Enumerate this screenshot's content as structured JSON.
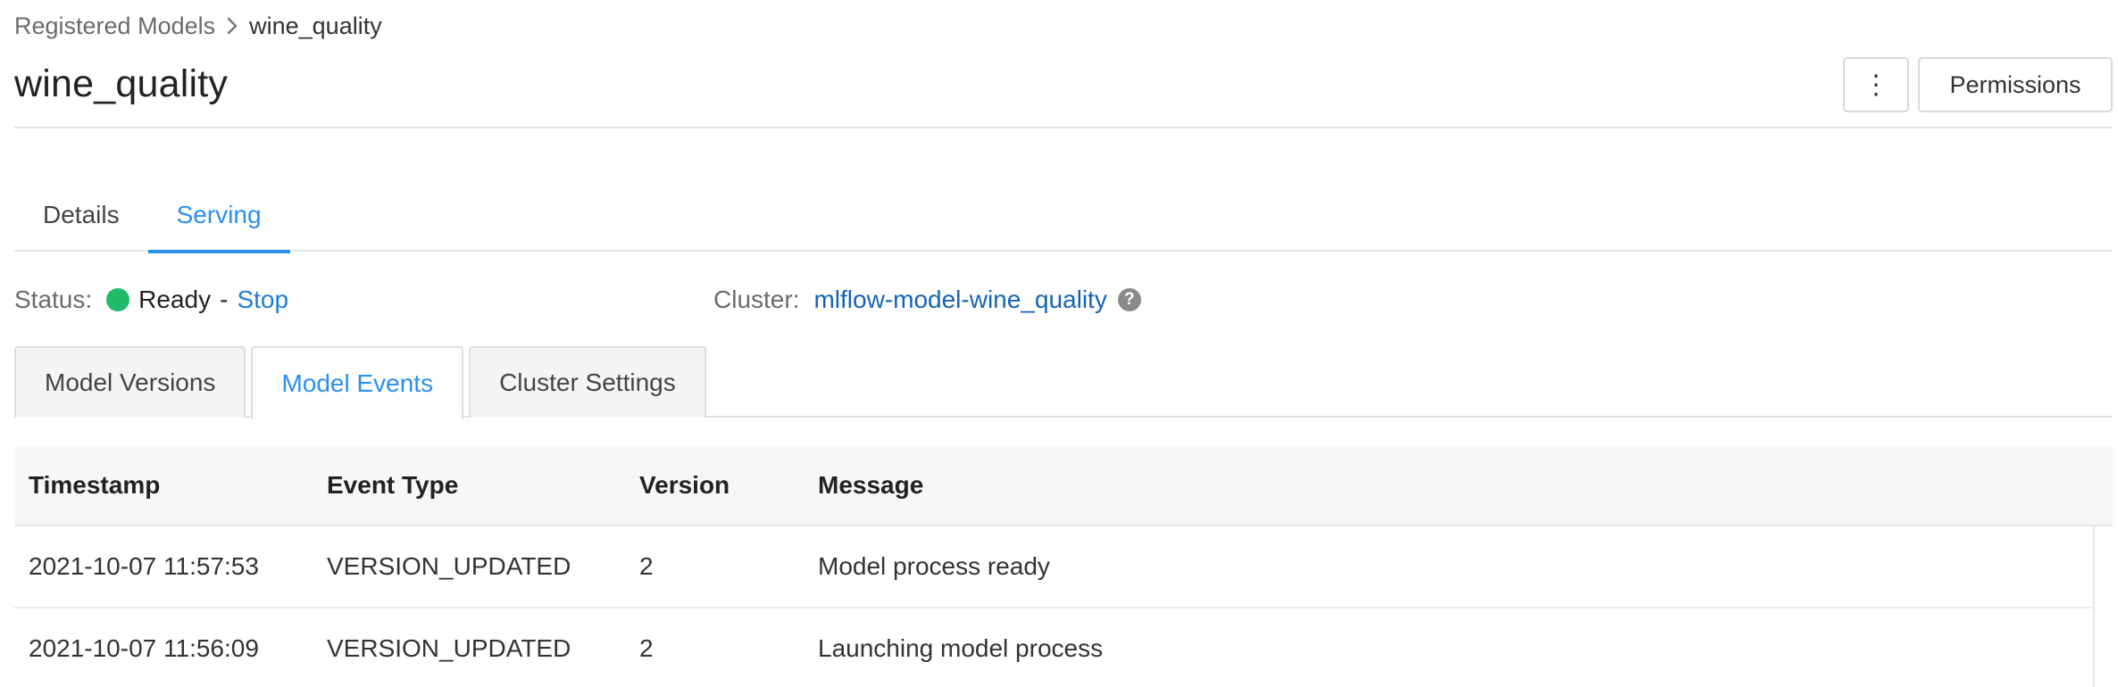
{
  "breadcrumb": {
    "parent": "Registered Models",
    "current": "wine_quality"
  },
  "page_title": "wine_quality",
  "header_actions": {
    "more_label": "⋮",
    "permissions_label": "Permissions"
  },
  "main_tabs": [
    {
      "label": "Details",
      "active": false
    },
    {
      "label": "Serving",
      "active": true
    }
  ],
  "status": {
    "label": "Status:",
    "value": "Ready",
    "separator": "-",
    "action": "Stop",
    "color": "#1fbb6b"
  },
  "cluster": {
    "label": "Cluster:",
    "name": "mlflow-model-wine_quality",
    "help": "?"
  },
  "sub_tabs": [
    {
      "label": "Model Versions",
      "active": false
    },
    {
      "label": "Model Events",
      "active": true
    },
    {
      "label": "Cluster Settings",
      "active": false
    }
  ],
  "events_table": {
    "columns": [
      "Timestamp",
      "Event Type",
      "Version",
      "Message"
    ],
    "rows": [
      [
        "2021-10-07 11:57:53",
        "VERSION_UPDATED",
        "2",
        "Model process ready"
      ],
      [
        "2021-10-07 11:56:09",
        "VERSION_UPDATED",
        "2",
        "Launching model process"
      ]
    ]
  },
  "colors": {
    "accent": "#2b8ff0",
    "link": "#1563b8",
    "ready": "#1fbb6b"
  }
}
